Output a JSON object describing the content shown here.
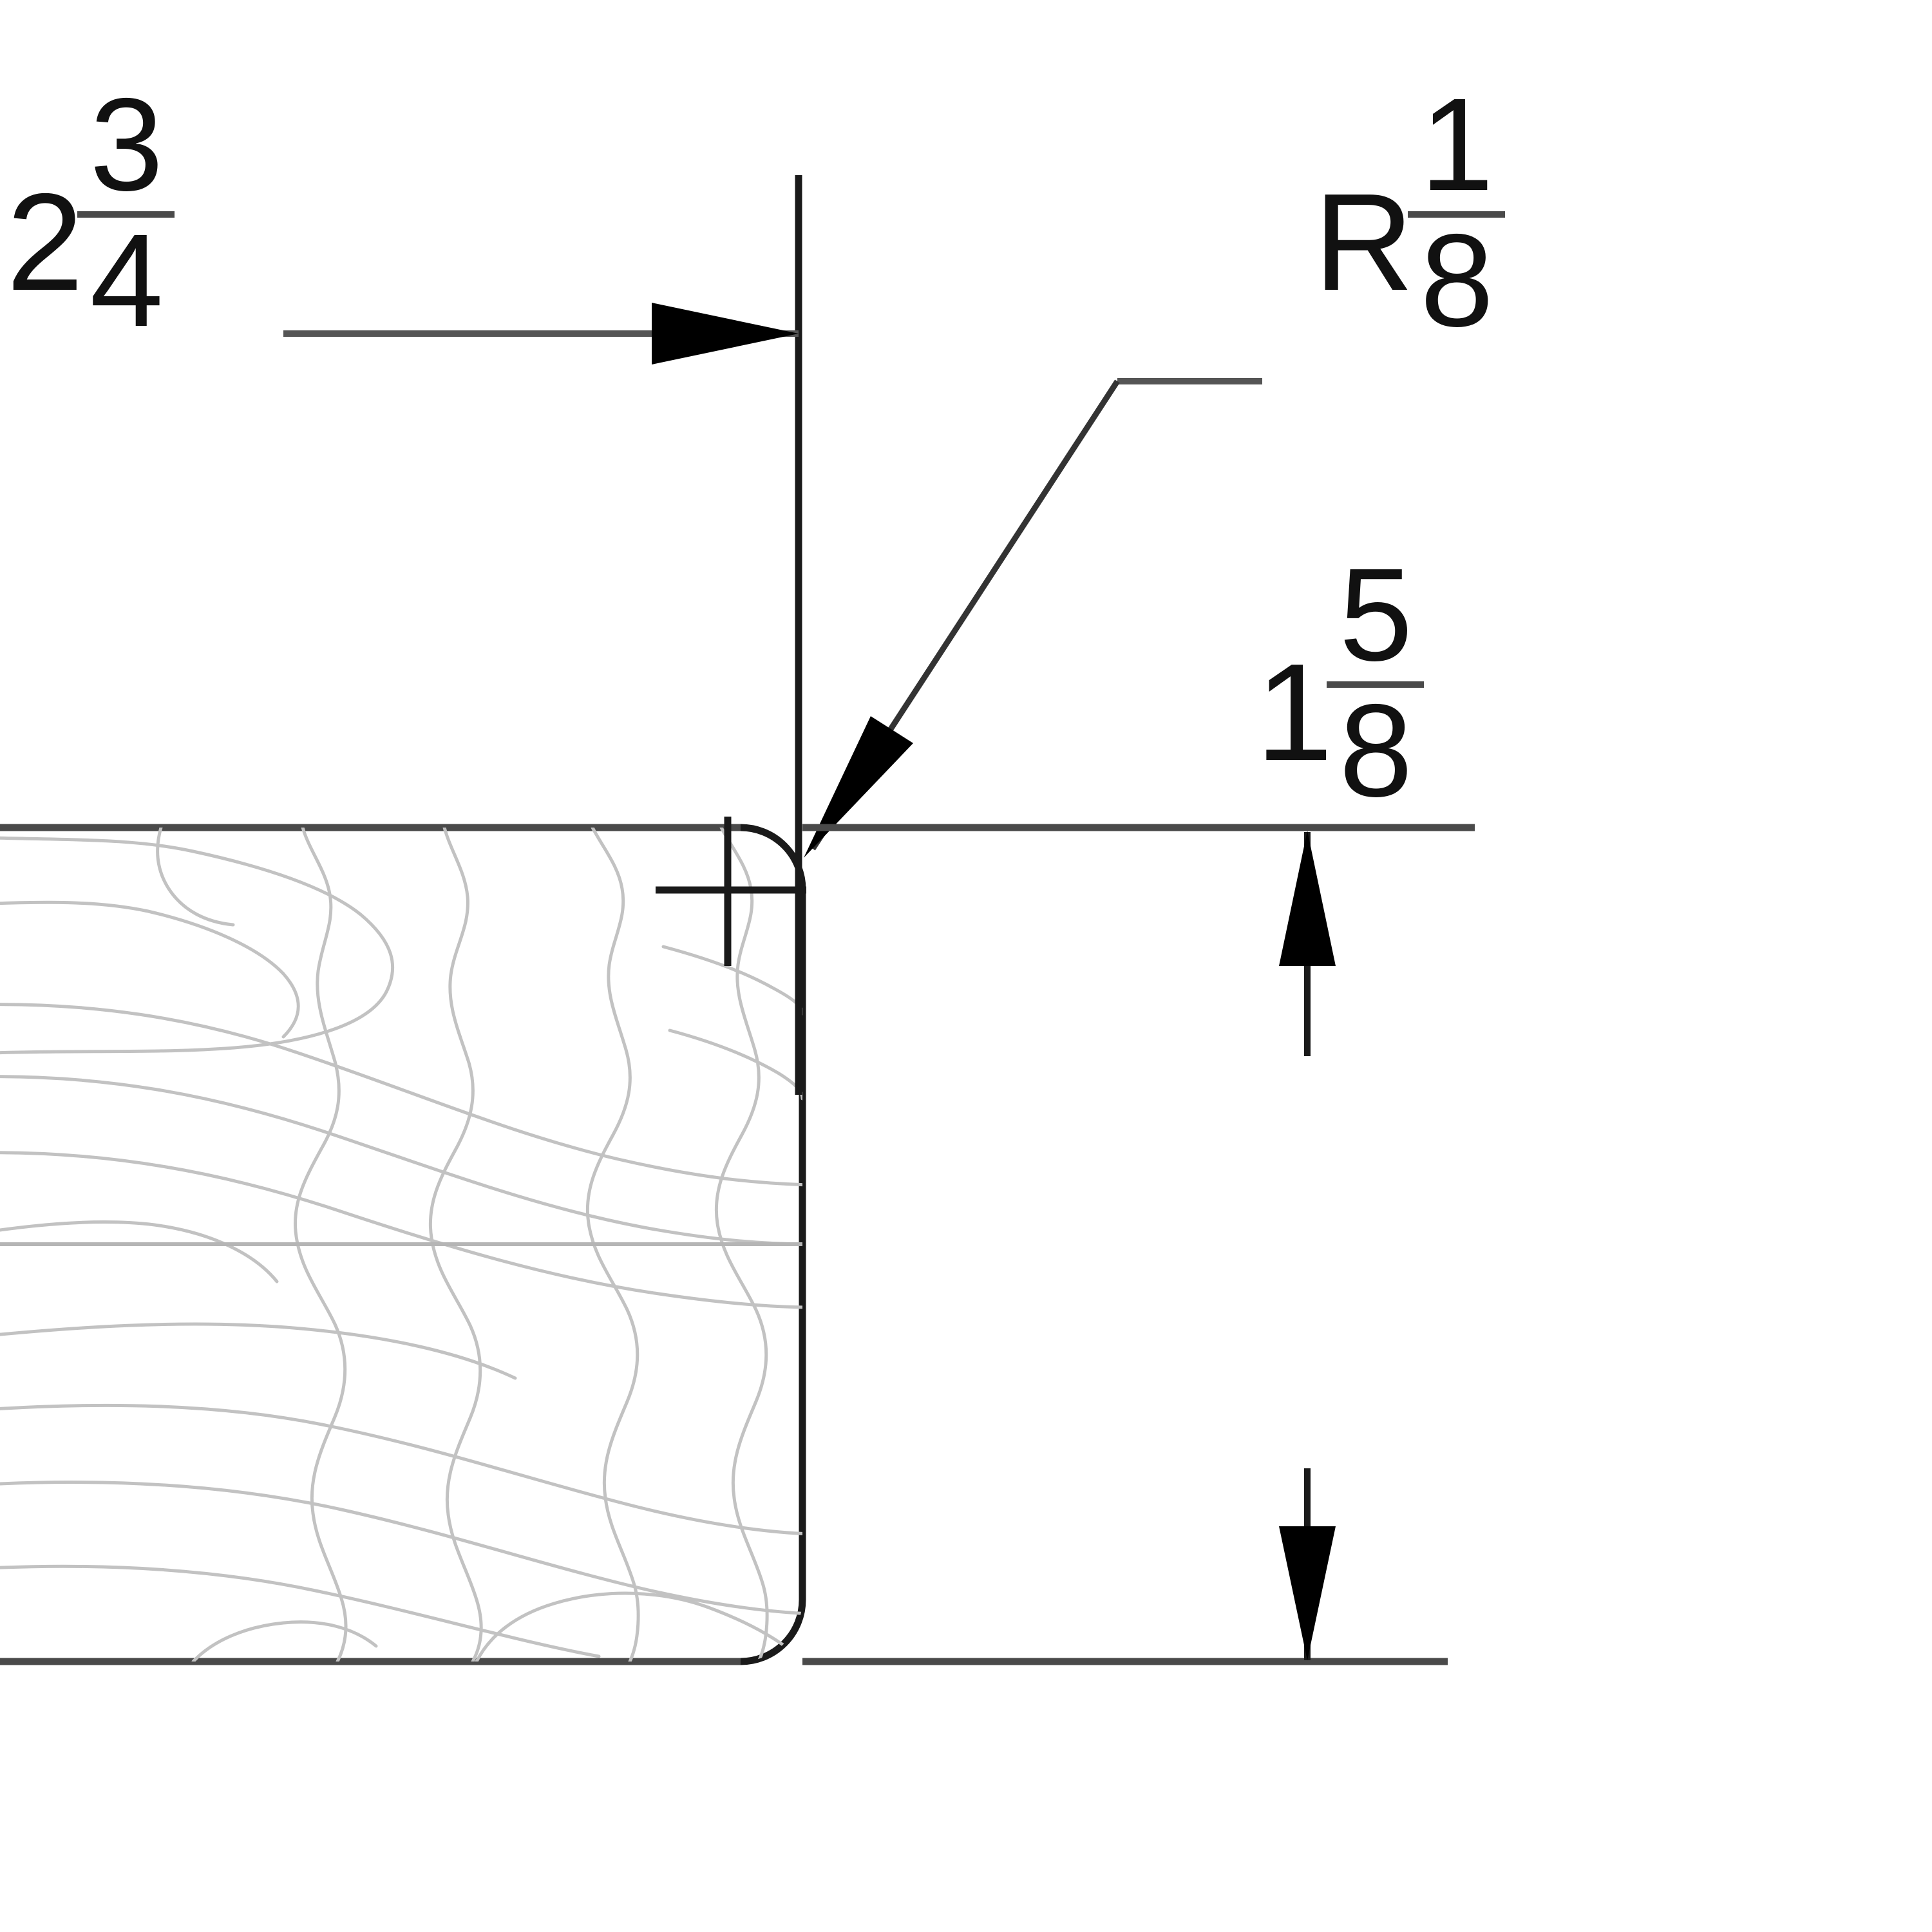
{
  "drawing": {
    "title": "Wood Stock Cross-Section Detail",
    "units": "inches",
    "line_color": "#4a4a4a",
    "text_color": "#111111",
    "grain_color": "#c9c9c9",
    "center_color": "#1a1a1a",
    "background": "#ffffff"
  },
  "dimensions": {
    "width": {
      "name": "width-dimension",
      "whole": "2",
      "numerator": "3",
      "denominator": "4",
      "prefix": "",
      "full_text": "2 3/4",
      "value": 2.75,
      "orientation": "horizontal",
      "arrow": "right"
    },
    "radius": {
      "name": "corner-radius-callout",
      "whole": "",
      "prefix": "R",
      "numerator": "1",
      "denominator": "8",
      "full_text": "R 1/8",
      "value": 0.125,
      "orientation": "leader",
      "arrow": "down-left"
    },
    "thickness": {
      "name": "thickness-dimension",
      "whole": "1",
      "prefix": "",
      "numerator": "5",
      "denominator": "8",
      "full_text": "1 5/8",
      "value": 1.625,
      "orientation": "vertical",
      "arrow": "both"
    }
  },
  "part": {
    "name": "wood-stock-profile",
    "material": "wood",
    "corner_style": "rounded",
    "has_grain": true,
    "has_center_mark": true,
    "has_centerline": true
  }
}
